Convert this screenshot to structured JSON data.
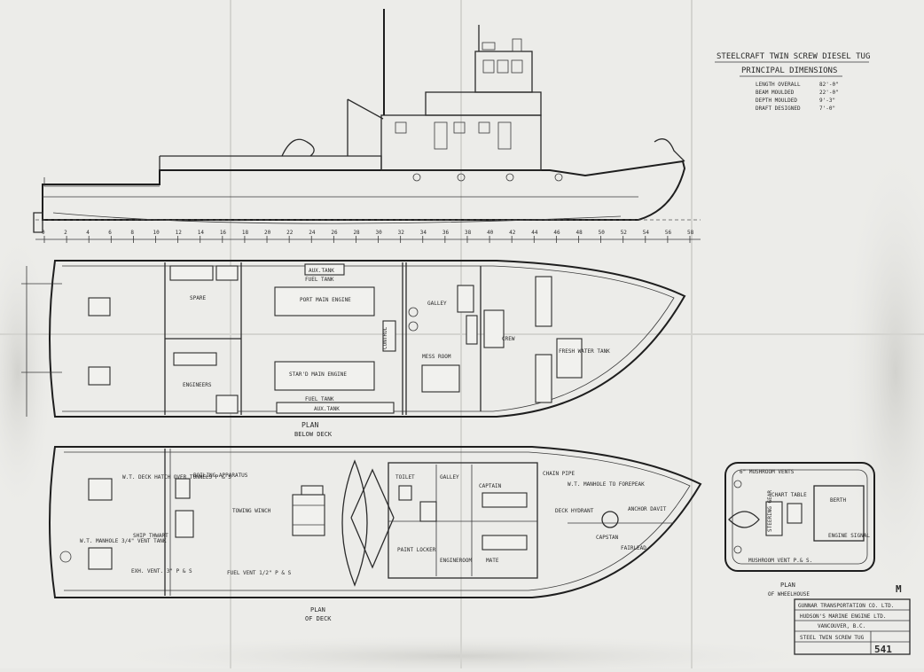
{
  "title_block": {
    "title": "STEELCRAFT TWIN SCREW DIESEL TUG",
    "dimensions_heading": "PRINCIPAL DIMENSIONS",
    "dimensions": [
      {
        "label": "LENGTH OVERALL",
        "value": "82'-0\""
      },
      {
        "label": "BEAM MOULDED",
        "value": "22'-0\""
      },
      {
        "label": "DEPTH MOULDED",
        "value": "9'-3\""
      },
      {
        "label": "DRAFT DESIGNED",
        "value": "7'-0\""
      }
    ]
  },
  "views": {
    "below_deck_title": "PLAN",
    "below_deck_subtitle": "BELOW DECK",
    "deck_title": "PLAN",
    "deck_subtitle": "OF DECK",
    "wheelhouse_title": "PLAN",
    "wheelhouse_subtitle": "OF WHEELHOUSE"
  },
  "frame_numbers": [
    "0",
    "2",
    "4",
    "6",
    "8",
    "10",
    "12",
    "14",
    "16",
    "18",
    "20",
    "22",
    "24",
    "26",
    "28",
    "30",
    "32",
    "34",
    "36",
    "38",
    "40",
    "42",
    "44",
    "46",
    "48",
    "50",
    "52",
    "54",
    "56",
    "58"
  ],
  "below_deck_labels": {
    "spare": "SPARE",
    "engineers": "ENGINEERS",
    "aux_tank": "AUX.TANK",
    "fuel_tank_top": "FUEL TANK",
    "port_main_engine": "PORT MAIN ENGINE",
    "stbd_main_engine": "STAR'D MAIN ENGINE",
    "fuel_tank_bottom": "FUEL TANK",
    "aux_tank_bottom": "AUX.TANK",
    "galley": "GALLEY",
    "mess_room": "MESS ROOM",
    "crew": "CREW",
    "fresh_water_tank": "FRESH WATER TANK",
    "control": "CONTROL"
  },
  "deck_labels": {
    "hatch": "W.T. DECK HATCH OVER TUNNELS P & S",
    "boiling_apparatus": "BOILING APPARATUS",
    "towing_winch": "TOWING WINCH",
    "vent_aft_port": "W.T. MANHOLE 3/4\" VENT TANK",
    "vent_aft_stbd": "EXH. VENT. 3\" P & S",
    "ship_fwd": "SHIP THWART",
    "fuel_vent": "FUEL VENT 1/2\" P & S",
    "toilet": "TOILET",
    "galley_deck": "GALLEY",
    "captain": "CAPTAIN",
    "mate": "MATE",
    "engine_room": "ENGINEROOM",
    "paint_locker": "PAINT LOCKER",
    "chain_pipe": "CHAIN PIPE",
    "manhole_forepeak": "W.T. MANHOLE TO FOREPEAK",
    "deck_hydrant": "DECK HYDRANT",
    "anchor_davit": "ANCHOR DAVIT",
    "capstan": "CAPSTAN",
    "fairlead": "FAIRLEAD"
  },
  "wheelhouse_labels": {
    "vent_top": "6\" MUSHROOM VENTS",
    "engine_signal": "ENGINE SIGNAL",
    "steering": "STEERING GEAR",
    "berth": "BERTH",
    "chart_table": "CHART TABLE",
    "vent_bottom": "MUSHROOM VENT P.& S."
  },
  "company_block": {
    "company": "GUNNAR TRANSPORTATION CO. LTD.",
    "line2": "HUDSON'S MARINE ENGINE LTD.",
    "line3": "VANCOUVER, B.C.",
    "line4": "STEEL TWIN SCREW TUG",
    "drawing_number": "541"
  },
  "sheet_mark": "M"
}
